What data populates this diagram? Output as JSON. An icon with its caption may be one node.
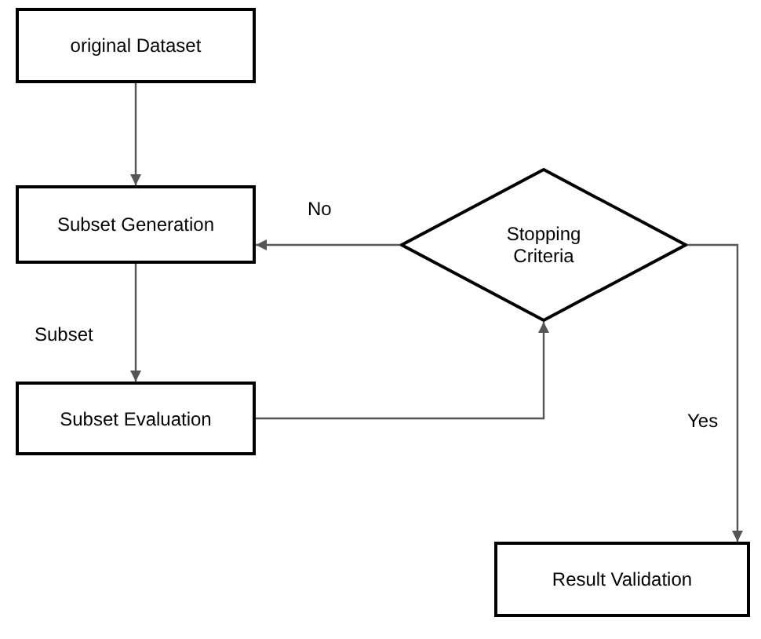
{
  "diagram": {
    "nodes": [
      {
        "text": [
          "original Dataset"
        ]
      },
      {
        "text": [
          "Subset Generation"
        ]
      },
      {
        "text": [
          "Subset Evaluation"
        ]
      },
      {
        "text": [
          "Stopping Criteria"
        ]
      },
      {
        "text": [
          "Result Validation"
        ]
      }
    ],
    "edges": [
      {
        "from": 0,
        "to": 1,
        "arrow": "to"
      },
      {
        "from": 3,
        "to": 1,
        "arrow": "to",
        "label": "No"
      },
      {
        "from": 1,
        "to": 2,
        "arrow": "to",
        "label": "Subset"
      },
      {
        "from": 2,
        "to": 3,
        "arrow": "to"
      },
      {
        "from": 3,
        "to": 4,
        "arrow": "to",
        "label": "Yes"
      }
    ]
  }
}
